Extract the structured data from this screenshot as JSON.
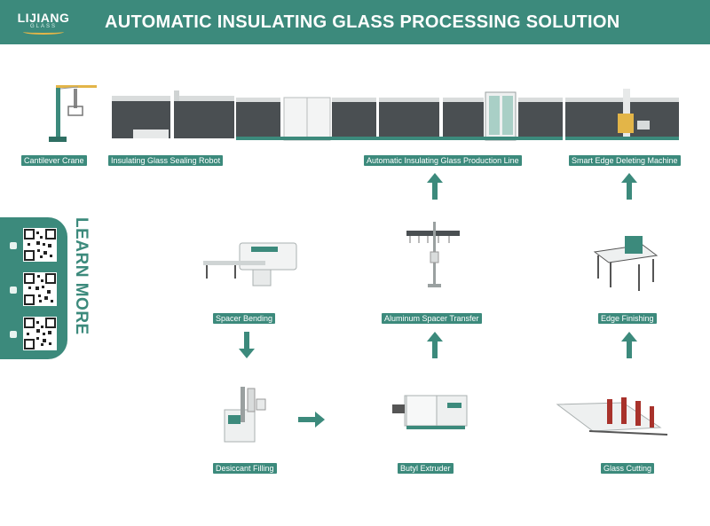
{
  "header": {
    "logo_text": "LIJIANG",
    "logo_subtext": "GLASS",
    "title": "AUTOMATIC INSULATING GLASS PROCESSING SOLUTION"
  },
  "production_line": {
    "labels": {
      "cantilever_crane": "Cantilever Crane",
      "sealing_robot": "Insulating Glass Sealing Robot",
      "production_line": "Automatic Insulating Glass Production Line",
      "edge_deleting": "Smart Edge Deleting Machine"
    }
  },
  "machines": {
    "spacer_bending": "Spacer Bending",
    "aluminum_spacer_transfer": "Aluminum Spacer Transfer",
    "edge_finishing": "Edge Finishing",
    "desiccant_filling": "Desiccant Filling",
    "butyl_extruder": "Butyl Extruder",
    "glass_cutting": "Glass Cutting"
  },
  "side_panel": {
    "learn_more": "LEARN MORE",
    "icons": [
      "facebook-icon",
      "wechat-icon",
      "whatsapp-icon"
    ]
  },
  "colors": {
    "brand": "#3c8a7c",
    "accent": "#e3b548",
    "background": "#ffffff"
  }
}
